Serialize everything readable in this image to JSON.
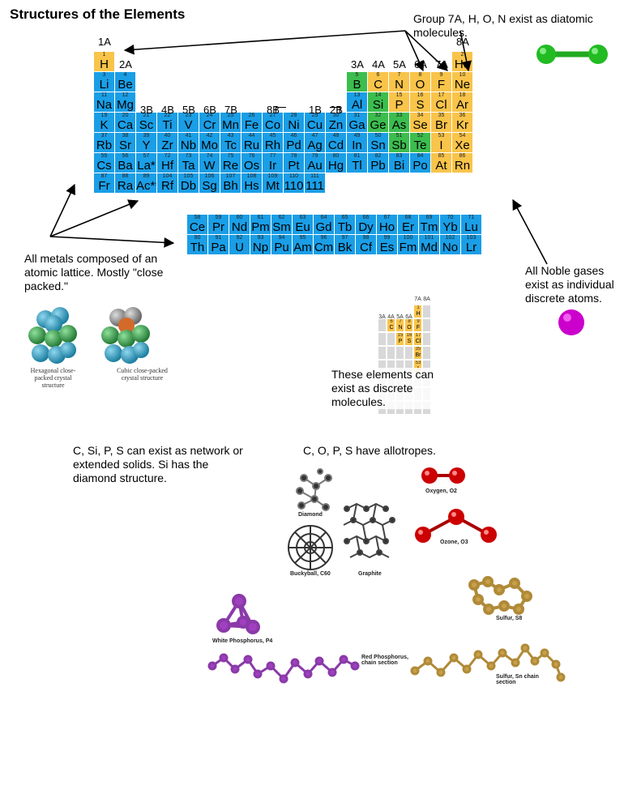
{
  "title": "Structures of the Elements",
  "notes": {
    "diatomic": "Group 7A, H, O, N exist as diatomic molecules.",
    "metals": "All metals composed of an atomic lattice. Mostly \"close packed.\"",
    "noble": "All Noble gases exist as individual discrete atoms.",
    "discrete": "These elements can exist as discrete molecules.",
    "network": "C, Si, P, S can exist as network or extended solids. Si has the diamond structure.",
    "allotropes": "C, O, P, S have allotropes."
  },
  "group_labels": [
    "1A",
    "2A",
    "3B",
    "4B",
    "5B",
    "6B",
    "7B",
    "8B",
    "1B",
    "2B",
    "3A",
    "4A",
    "5A",
    "6A",
    "7A",
    "8A"
  ],
  "colors": {
    "metal": "#1a9ee6",
    "nonmetal": "#f9c44a",
    "metalloid": "#3cbd4e",
    "grid_empty": "#d8d8d8",
    "oxygen": "#cc0000",
    "sulfur": "#c8a04a",
    "phosphorus": "#a040c0",
    "carbon": "#555555",
    "noble_atom": "#cc00cc",
    "diatomic": "#22aa22"
  },
  "elements": [
    {
      "n": "1",
      "s": "H",
      "r": 1,
      "c": 1,
      "t": "nm"
    },
    {
      "n": "2",
      "s": "He",
      "r": 1,
      "c": 18,
      "t": "nm"
    },
    {
      "n": "3",
      "s": "Li",
      "r": 2,
      "c": 1,
      "t": "m"
    },
    {
      "n": "4",
      "s": "Be",
      "r": 2,
      "c": 2,
      "t": "m"
    },
    {
      "n": "5",
      "s": "B",
      "r": 2,
      "c": 13,
      "t": "md"
    },
    {
      "n": "6",
      "s": "C",
      "r": 2,
      "c": 14,
      "t": "nm"
    },
    {
      "n": "7",
      "s": "N",
      "r": 2,
      "c": 15,
      "t": "nm"
    },
    {
      "n": "8",
      "s": "O",
      "r": 2,
      "c": 16,
      "t": "nm"
    },
    {
      "n": "9",
      "s": "F",
      "r": 2,
      "c": 17,
      "t": "nm"
    },
    {
      "n": "10",
      "s": "Ne",
      "r": 2,
      "c": 18,
      "t": "nm"
    },
    {
      "n": "11",
      "s": "Na",
      "r": 3,
      "c": 1,
      "t": "m"
    },
    {
      "n": "12",
      "s": "Mg",
      "r": 3,
      "c": 2,
      "t": "m"
    },
    {
      "n": "13",
      "s": "Al",
      "r": 3,
      "c": 13,
      "t": "m"
    },
    {
      "n": "14",
      "s": "Si",
      "r": 3,
      "c": 14,
      "t": "md"
    },
    {
      "n": "15",
      "s": "P",
      "r": 3,
      "c": 15,
      "t": "nm"
    },
    {
      "n": "16",
      "s": "S",
      "r": 3,
      "c": 16,
      "t": "nm"
    },
    {
      "n": "17",
      "s": "Cl",
      "r": 3,
      "c": 17,
      "t": "nm"
    },
    {
      "n": "18",
      "s": "Ar",
      "r": 3,
      "c": 18,
      "t": "nm"
    },
    {
      "n": "19",
      "s": "K",
      "r": 4,
      "c": 1,
      "t": "m"
    },
    {
      "n": "20",
      "s": "Ca",
      "r": 4,
      "c": 2,
      "t": "m"
    },
    {
      "n": "21",
      "s": "Sc",
      "r": 4,
      "c": 3,
      "t": "m"
    },
    {
      "n": "22",
      "s": "Ti",
      "r": 4,
      "c": 4,
      "t": "m"
    },
    {
      "n": "23",
      "s": "V",
      "r": 4,
      "c": 5,
      "t": "m"
    },
    {
      "n": "24",
      "s": "Cr",
      "r": 4,
      "c": 6,
      "t": "m"
    },
    {
      "n": "25",
      "s": "Mn",
      "r": 4,
      "c": 7,
      "t": "m"
    },
    {
      "n": "26",
      "s": "Fe",
      "r": 4,
      "c": 8,
      "t": "m"
    },
    {
      "n": "27",
      "s": "Co",
      "r": 4,
      "c": 9,
      "t": "m"
    },
    {
      "n": "28",
      "s": "Ni",
      "r": 4,
      "c": 10,
      "t": "m"
    },
    {
      "n": "29",
      "s": "Cu",
      "r": 4,
      "c": 11,
      "t": "m"
    },
    {
      "n": "30",
      "s": "Zn",
      "r": 4,
      "c": 12,
      "t": "m"
    },
    {
      "n": "31",
      "s": "Ga",
      "r": 4,
      "c": 13,
      "t": "m"
    },
    {
      "n": "32",
      "s": "Ge",
      "r": 4,
      "c": 14,
      "t": "md"
    },
    {
      "n": "33",
      "s": "As",
      "r": 4,
      "c": 15,
      "t": "md"
    },
    {
      "n": "34",
      "s": "Se",
      "r": 4,
      "c": 16,
      "t": "nm"
    },
    {
      "n": "35",
      "s": "Br",
      "r": 4,
      "c": 17,
      "t": "nm"
    },
    {
      "n": "36",
      "s": "Kr",
      "r": 4,
      "c": 18,
      "t": "nm"
    },
    {
      "n": "37",
      "s": "Rb",
      "r": 5,
      "c": 1,
      "t": "m"
    },
    {
      "n": "38",
      "s": "Sr",
      "r": 5,
      "c": 2,
      "t": "m"
    },
    {
      "n": "39",
      "s": "Y",
      "r": 5,
      "c": 3,
      "t": "m"
    },
    {
      "n": "40",
      "s": "Zr",
      "r": 5,
      "c": 4,
      "t": "m"
    },
    {
      "n": "41",
      "s": "Nb",
      "r": 5,
      "c": 5,
      "t": "m"
    },
    {
      "n": "42",
      "s": "Mo",
      "r": 5,
      "c": 6,
      "t": "m"
    },
    {
      "n": "43",
      "s": "Tc",
      "r": 5,
      "c": 7,
      "t": "m"
    },
    {
      "n": "44",
      "s": "Ru",
      "r": 5,
      "c": 8,
      "t": "m"
    },
    {
      "n": "45",
      "s": "Rh",
      "r": 5,
      "c": 9,
      "t": "m"
    },
    {
      "n": "46",
      "s": "Pd",
      "r": 5,
      "c": 10,
      "t": "m"
    },
    {
      "n": "47",
      "s": "Ag",
      "r": 5,
      "c": 11,
      "t": "m"
    },
    {
      "n": "48",
      "s": "Cd",
      "r": 5,
      "c": 12,
      "t": "m"
    },
    {
      "n": "49",
      "s": "In",
      "r": 5,
      "c": 13,
      "t": "m"
    },
    {
      "n": "50",
      "s": "Sn",
      "r": 5,
      "c": 14,
      "t": "m"
    },
    {
      "n": "51",
      "s": "Sb",
      "r": 5,
      "c": 15,
      "t": "md"
    },
    {
      "n": "52",
      "s": "Te",
      "r": 5,
      "c": 16,
      "t": "md"
    },
    {
      "n": "53",
      "s": "I",
      "r": 5,
      "c": 17,
      "t": "nm"
    },
    {
      "n": "54",
      "s": "Xe",
      "r": 5,
      "c": 18,
      "t": "nm"
    },
    {
      "n": "55",
      "s": "Cs",
      "r": 6,
      "c": 1,
      "t": "m"
    },
    {
      "n": "56",
      "s": "Ba",
      "r": 6,
      "c": 2,
      "t": "m"
    },
    {
      "n": "57",
      "s": "La*",
      "r": 6,
      "c": 3,
      "t": "m"
    },
    {
      "n": "72",
      "s": "Hf",
      "r": 6,
      "c": 4,
      "t": "m"
    },
    {
      "n": "73",
      "s": "Ta",
      "r": 6,
      "c": 5,
      "t": "m"
    },
    {
      "n": "74",
      "s": "W",
      "r": 6,
      "c": 6,
      "t": "m"
    },
    {
      "n": "75",
      "s": "Re",
      "r": 6,
      "c": 7,
      "t": "m"
    },
    {
      "n": "76",
      "s": "Os",
      "r": 6,
      "c": 8,
      "t": "m"
    },
    {
      "n": "77",
      "s": "Ir",
      "r": 6,
      "c": 9,
      "t": "m"
    },
    {
      "n": "78",
      "s": "Pt",
      "r": 6,
      "c": 10,
      "t": "m"
    },
    {
      "n": "79",
      "s": "Au",
      "r": 6,
      "c": 11,
      "t": "m"
    },
    {
      "n": "80",
      "s": "Hg",
      "r": 6,
      "c": 12,
      "t": "m"
    },
    {
      "n": "81",
      "s": "Tl",
      "r": 6,
      "c": 13,
      "t": "m"
    },
    {
      "n": "82",
      "s": "Pb",
      "r": 6,
      "c": 14,
      "t": "m"
    },
    {
      "n": "83",
      "s": "Bi",
      "r": 6,
      "c": 15,
      "t": "m"
    },
    {
      "n": "84",
      "s": "Po",
      "r": 6,
      "c": 16,
      "t": "m"
    },
    {
      "n": "85",
      "s": "At",
      "r": 6,
      "c": 17,
      "t": "nm"
    },
    {
      "n": "86",
      "s": "Rn",
      "r": 6,
      "c": 18,
      "t": "nm"
    },
    {
      "n": "87",
      "s": "Fr",
      "r": 7,
      "c": 1,
      "t": "m"
    },
    {
      "n": "88",
      "s": "Ra",
      "r": 7,
      "c": 2,
      "t": "m"
    },
    {
      "n": "89",
      "s": "Ac**",
      "r": 7,
      "c": 3,
      "t": "m"
    },
    {
      "n": "104",
      "s": "Rf",
      "r": 7,
      "c": 4,
      "t": "m"
    },
    {
      "n": "105",
      "s": "Db",
      "r": 7,
      "c": 5,
      "t": "m"
    },
    {
      "n": "106",
      "s": "Sg",
      "r": 7,
      "c": 6,
      "t": "m"
    },
    {
      "n": "107",
      "s": "Bh",
      "r": 7,
      "c": 7,
      "t": "m"
    },
    {
      "n": "108",
      "s": "Hs",
      "r": 7,
      "c": 8,
      "t": "m"
    },
    {
      "n": "109",
      "s": "Mt",
      "r": 7,
      "c": 9,
      "t": "m"
    },
    {
      "n": "110",
      "s": "110",
      "r": 7,
      "c": 10,
      "t": "m"
    },
    {
      "n": "111",
      "s": "111",
      "r": 7,
      "c": 11,
      "t": "m"
    }
  ],
  "lanthanides": [
    {
      "n": "58",
      "s": "Ce"
    },
    {
      "n": "59",
      "s": "Pr"
    },
    {
      "n": "60",
      "s": "Nd"
    },
    {
      "n": "61",
      "s": "Pm"
    },
    {
      "n": "62",
      "s": "Sm"
    },
    {
      "n": "63",
      "s": "Eu"
    },
    {
      "n": "64",
      "s": "Gd"
    },
    {
      "n": "65",
      "s": "Tb"
    },
    {
      "n": "66",
      "s": "Dy"
    },
    {
      "n": "67",
      "s": "Ho"
    },
    {
      "n": "68",
      "s": "Er"
    },
    {
      "n": "69",
      "s": "Tm"
    },
    {
      "n": "70",
      "s": "Yb"
    },
    {
      "n": "71",
      "s": "Lu"
    }
  ],
  "actinides": [
    {
      "n": "90",
      "s": "Th"
    },
    {
      "n": "91",
      "s": "Pa"
    },
    {
      "n": "92",
      "s": "U"
    },
    {
      "n": "93",
      "s": "Np"
    },
    {
      "n": "94",
      "s": "Pu"
    },
    {
      "n": "95",
      "s": "Am"
    },
    {
      "n": "96",
      "s": "Cm"
    },
    {
      "n": "97",
      "s": "Bk"
    },
    {
      "n": "98",
      "s": "Cf"
    },
    {
      "n": "99",
      "s": "Es"
    },
    {
      "n": "100",
      "s": "Fm"
    },
    {
      "n": "101",
      "s": "Md"
    },
    {
      "n": "102",
      "s": "No"
    },
    {
      "n": "103",
      "s": "Lr"
    }
  ],
  "mini_table": {
    "headers": [
      "3A",
      "4A",
      "5A",
      "6A",
      "7A",
      "8A"
    ],
    "cells": [
      {
        "n": "1",
        "s": "H",
        "r": 0,
        "c": 4
      },
      {
        "n": "6",
        "s": "C",
        "r": 1,
        "c": 1
      },
      {
        "n": "7",
        "s": "N",
        "r": 1,
        "c": 2
      },
      {
        "n": "8",
        "s": "O",
        "r": 1,
        "c": 3
      },
      {
        "n": "9",
        "s": "F",
        "r": 1,
        "c": 4
      },
      {
        "n": "15",
        "s": "P",
        "r": 2,
        "c": 2
      },
      {
        "n": "16",
        "s": "S",
        "r": 2,
        "c": 3
      },
      {
        "n": "17",
        "s": "Cl",
        "r": 2,
        "c": 4
      },
      {
        "n": "35",
        "s": "Br",
        "r": 3,
        "c": 4
      },
      {
        "n": "53",
        "s": "I",
        "r": 4,
        "c": 4
      }
    ]
  },
  "crystal_captions": {
    "hcp": "Hexagonal close-packed crystal structure",
    "ccp": "Cubic close-packed crystal structure"
  },
  "structure_labels": {
    "diamond": "Diamond",
    "buckyball": "Buckyball, C60",
    "graphite": "Graphite",
    "oxygen": "Oxygen, O2",
    "ozone": "Ozone, O3",
    "sulfur8": "Sulfur, S8",
    "white_p": "White Phosphorus, P4",
    "red_p": "Red Phosphorus, chain section",
    "sulfur_chain": "Sulfur, Sn chain section"
  }
}
